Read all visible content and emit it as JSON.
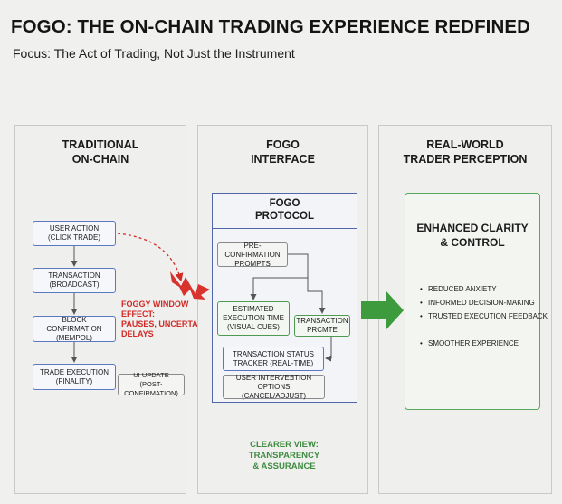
{
  "title": "FOGO: THE ON-CHAIN TRADING EXPERIENCE REDFINED",
  "subtitle": "Focus: The Act of Trading, Not Just the Instrument",
  "traditional": {
    "title": "TRADITIONAL\nON-CHAIN",
    "steps": [
      "USER ACTION\n(CLICK TRADE)",
      "TRANSACTION\n(BROADCAST)",
      "BLOCK CONFIRMATION\n(MEMPOL)",
      "TRADE EXECUTION\n(FINALITY)"
    ],
    "ui_update": "UI UPDATE\n(POST-CONFIRMATION)",
    "foggy_note": "FOGGY WINDOW\nEFFECT:\nPAUSES, UNCERTAINTY,\nDELAYS"
  },
  "fogo": {
    "title": "FOGO\nINTERFACE",
    "protocol_title": "FOGO\nPROTOCOL",
    "pre_confirmation": "PRE-CONFIRMATION\nPROMPTS",
    "estimated_time": "ESTIMATED\nEXECUTION TIME\n(VISUAL CUES)",
    "transaction_precomplete": "TRANSACTION\nPRCMTE",
    "status_tracker": "TRANSACTION STATUS\nTRACKER (REAL-TIME)",
    "intervention": "USER INTERVEƎTION OPTIONS\n(CANCEL/ADJUST)",
    "clearer_view": "CLEARER VIEW:\nTRANSPARENCY\n& ASSURANCE"
  },
  "perception": {
    "title": "REAL-WORLD\nTRADER PERCEPTION",
    "box_title": "ENHANCED CLARITY\n& CONTROL",
    "bullets": [
      "REDUCED ANXIETY",
      "INFORMED DECISION-MAKING",
      "TRUSTED EXECUTION FEEDBACK",
      "SMOOTHER EXPERIENCE"
    ]
  },
  "colors": {
    "blue_border": "#5a78c0",
    "red": "#d22a25",
    "green": "#4f9a52",
    "arrow_green": "#3d9a3d"
  }
}
